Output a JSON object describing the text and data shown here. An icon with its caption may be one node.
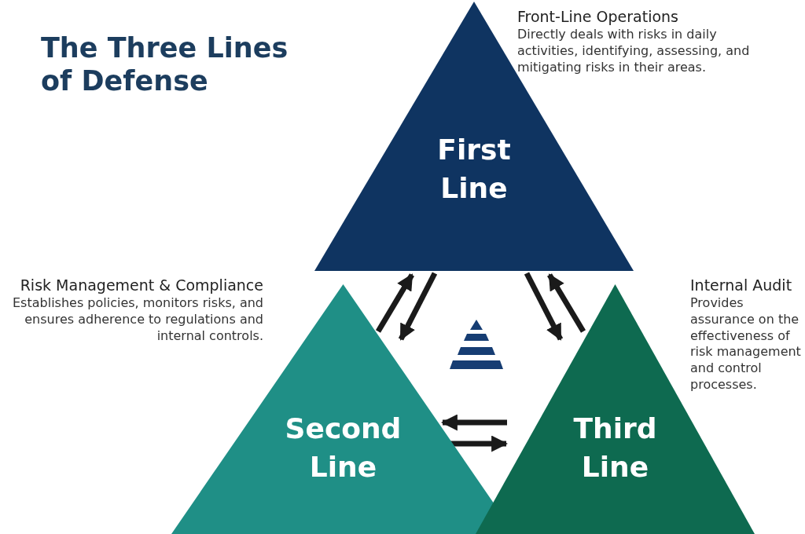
{
  "diagram": {
    "title": "The Three Lines of Defense",
    "nodes": [
      {
        "text": [
          "First Line"
        ],
        "beside": [
          "Front-Line Operations",
          "Directly deals with risks in daily activities, identifying, assessing, and mitigating risks in their areas."
        ]
      },
      {
        "text": [
          "Second Line"
        ],
        "beside": [
          "Risk Management & Compliance",
          "Establishes policies, monitors risks, and ensures adherence to regulations and internal controls."
        ]
      },
      {
        "text": [
          "Third Line"
        ],
        "beside": [
          "Internal Audit",
          "Provides assurance on the effectiveness of risk management and control processes."
        ]
      }
    ],
    "edges": [
      {
        "from": 0,
        "to": 1,
        "arrow": "to"
      },
      {
        "from": 1,
        "to": 0,
        "arrow": "to"
      },
      {
        "from": 2,
        "to": 0,
        "arrow": "to"
      },
      {
        "from": 0,
        "to": 2,
        "arrow": "to"
      },
      {
        "from": 2,
        "to": 1,
        "arrow": "to"
      },
      {
        "from": 1,
        "to": 2,
        "arrow": "to"
      }
    ]
  }
}
